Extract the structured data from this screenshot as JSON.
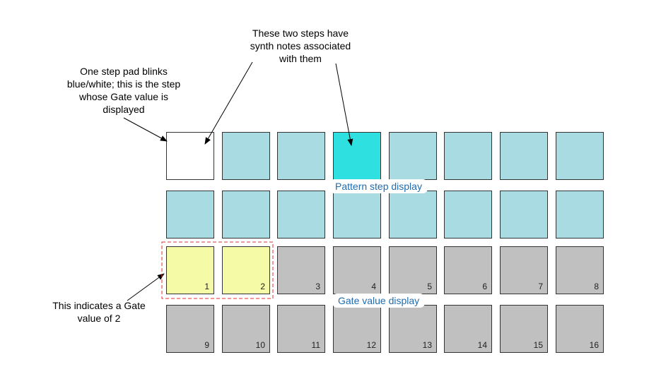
{
  "callouts": {
    "blink_pad": [
      "One step pad blinks",
      "blue/white; this is the step",
      "whose Gate value is",
      "displayed"
    ],
    "synth_steps": [
      "These two steps have",
      "synth notes associated",
      "with them"
    ],
    "gate_indicator": [
      "This indicates a Gate",
      "value of 2"
    ]
  },
  "labels": {
    "pattern_step_display": "Pattern step display",
    "gate_value_display": "Gate value display"
  },
  "pattern_pads": {
    "rows": [
      [
        "selected-blink",
        "step",
        "step",
        "synth-note",
        "step",
        "step",
        "step",
        "step"
      ],
      [
        "step",
        "step",
        "step",
        "step",
        "step",
        "step",
        "step",
        "step"
      ]
    ]
  },
  "gate_pads": {
    "numbers": [
      "1",
      "2",
      "3",
      "4",
      "5",
      "6",
      "7",
      "8",
      "9",
      "10",
      "11",
      "12",
      "13",
      "14",
      "15",
      "16"
    ],
    "gate_value": 2
  },
  "colors": {
    "blink": "#ffffff",
    "step": "#a9dbe3",
    "synth_note": "#2ee0e0",
    "gate_lit": "#f4faa6",
    "gate_off": "#c0c0c0",
    "label_blue": "#1f6cb0",
    "indicator_red": "#e03030"
  }
}
